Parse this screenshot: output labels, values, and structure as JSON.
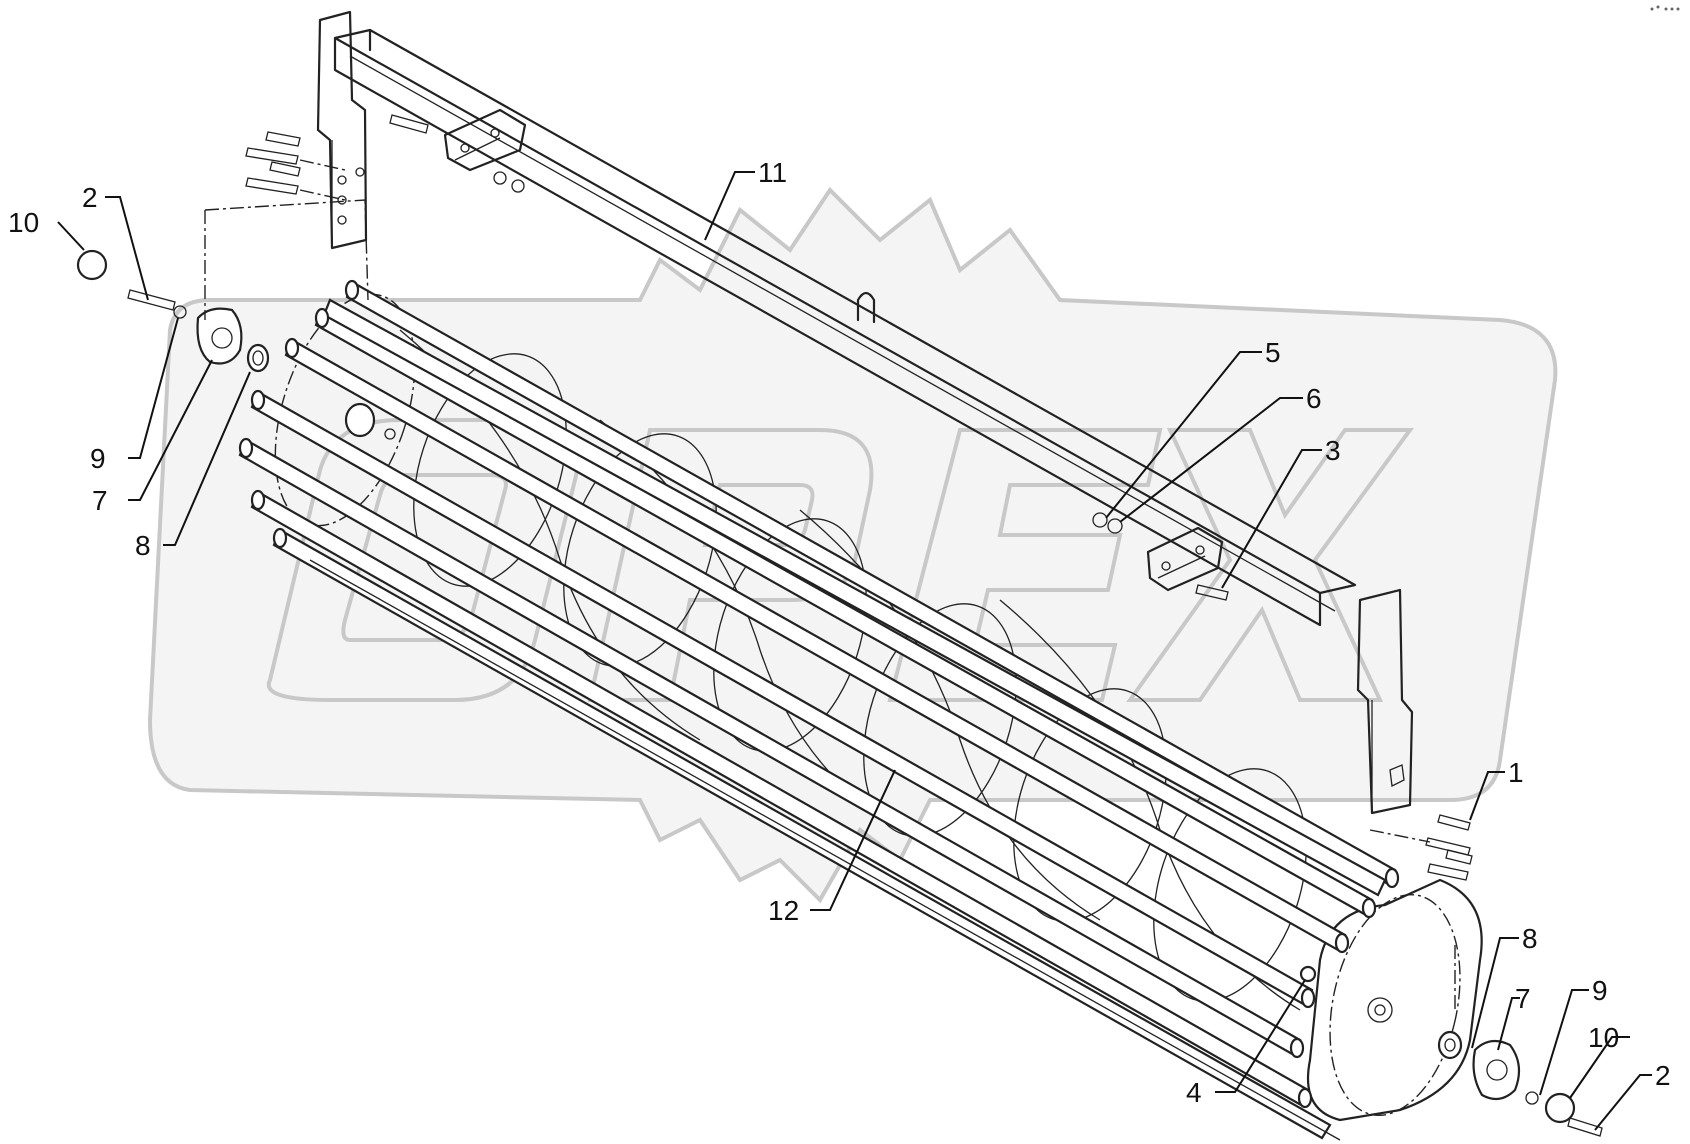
{
  "watermark": {
    "logo_text": "OPEX"
  },
  "callouts": [
    {
      "id": "c10a",
      "label": "10"
    },
    {
      "id": "c2a",
      "label": "2"
    },
    {
      "id": "c9a",
      "label": "9"
    },
    {
      "id": "c7a",
      "label": "7"
    },
    {
      "id": "c8a",
      "label": "8"
    },
    {
      "id": "c11",
      "label": "11"
    },
    {
      "id": "c5",
      "label": "5"
    },
    {
      "id": "c6",
      "label": "6"
    },
    {
      "id": "c3",
      "label": "3"
    },
    {
      "id": "c1",
      "label": "1"
    },
    {
      "id": "c12",
      "label": "12"
    },
    {
      "id": "c8b",
      "label": "8"
    },
    {
      "id": "c7b",
      "label": "7"
    },
    {
      "id": "c9b",
      "label": "9"
    },
    {
      "id": "c10b",
      "label": "10"
    },
    {
      "id": "c2b",
      "label": "2"
    },
    {
      "id": "c4",
      "label": "4"
    }
  ]
}
